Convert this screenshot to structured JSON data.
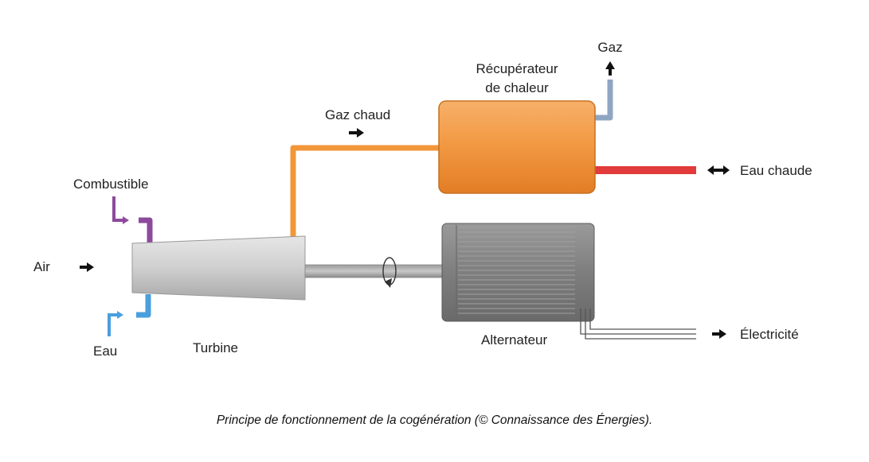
{
  "labels": {
    "gaz": "Gaz",
    "recuperateur": [
      "Récupérateur",
      "de chaleur"
    ],
    "gaz_chaud": "Gaz chaud",
    "eau_chaude": "Eau chaude",
    "combustible": "Combustible",
    "air": "Air",
    "eau": "Eau",
    "turbine": "Turbine",
    "alternateur": "Alternateur",
    "electricite": "Électricité"
  },
  "caption": "Principe de fonctionnement de la cogénération (© Connaissance des Énergies).",
  "colors": {
    "hot_gas_pipe": "#f2963a",
    "hot_water_pipe": "#e23b3b",
    "exhaust_pipe": "#8fa6c3",
    "fuel_pipe": "#8d4a9c",
    "water_pipe": "#4a9fdc",
    "recuperator": "#f0913a",
    "turbine": "#c8c8c8",
    "alternator": "#8a8a8a"
  }
}
